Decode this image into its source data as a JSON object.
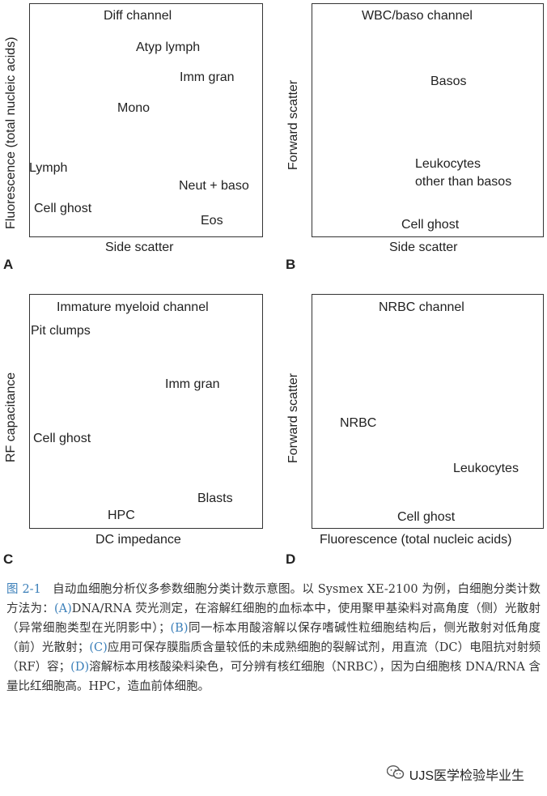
{
  "panels": {
    "A": {
      "letter": "A",
      "title": "Diff channel",
      "xlabel": "Side scatter",
      "ylabel": "Fluorescence (total nucleic acids)",
      "labels": {
        "atyp_lymph": "Atyp lymph",
        "mono": "Mono",
        "imm_gran": "Imm gran",
        "lymph": "Lymph",
        "neut_baso": "Neut + baso",
        "cell_ghost": "Cell ghost",
        "eos": "Eos"
      }
    },
    "B": {
      "letter": "B",
      "title": "WBC/baso channel",
      "xlabel": "Side scatter",
      "ylabel": "Forward scatter",
      "labels": {
        "basos": "Basos",
        "leukocytes_line1": "Leukocytes",
        "leukocytes_line2": "other than basos",
        "cell_ghost": "Cell ghost"
      }
    },
    "C": {
      "letter": "C",
      "title": "Immature myeloid channel",
      "xlabel": "DC impedance",
      "ylabel": "RF capacitance",
      "labels": {
        "pit_clumps": "Pit clumps",
        "imm_gran": "Imm gran",
        "cell_ghost": "Cell ghost",
        "blasts": "Blasts",
        "hpc": "HPC"
      }
    },
    "D": {
      "letter": "D",
      "title": "NRBC channel",
      "xlabel": "Fluorescence (total nucleic acids)",
      "ylabel": "Forward scatter",
      "labels": {
        "nrbc": "NRBC",
        "leukocytes": "Leukocytes",
        "cell_ghost": "Cell ghost"
      }
    }
  },
  "colors": {
    "light_green": "#9fd3a4",
    "dark_green": "#1f7f3a",
    "navy": "#1b4f88",
    "salmon": "#f0b39b",
    "crimson": "#a30d2c",
    "olive": "#9c7a12",
    "cream": "#f7f0e8",
    "yellow": "#e8b62a",
    "light_blue": "#8fb5db",
    "caption_blue": "#3b7fb9"
  },
  "caption": {
    "fig_no": "图 2-1",
    "text1": "自动血细胞分析仪多参数细胞分类计数示意图。以 Sysmex XE-2100 为例，白细胞分类计数方法为：",
    "refA": "(A)",
    "text2": "DNA/RNA 荧光测定，在溶解红细胞的血标本中，使用聚甲基染料对高角度（侧）光散射（异常细胞类型在光阴影中）；",
    "refB": "(B)",
    "text3": "同一标本用酸溶解以保存嗜碱性粒细胞结构后，侧光散射对低角度（前）光散射；",
    "refC": "(C)",
    "text4": "应用可保存膜脂质含量较低的未成熟细胞的裂解试剂，用直流（DC）电阻抗对射频（RF）容；",
    "refD": "(D)",
    "text5": "溶解标本用核酸染料染色，可分辨有核红细胞（NRBC），因为白细胞核 DNA/RNA 含量比红细胞高。HPC，造血前体细胞。"
  },
  "footer": {
    "icon": "wechat-icon",
    "text": "UJS医学检验毕业生"
  }
}
